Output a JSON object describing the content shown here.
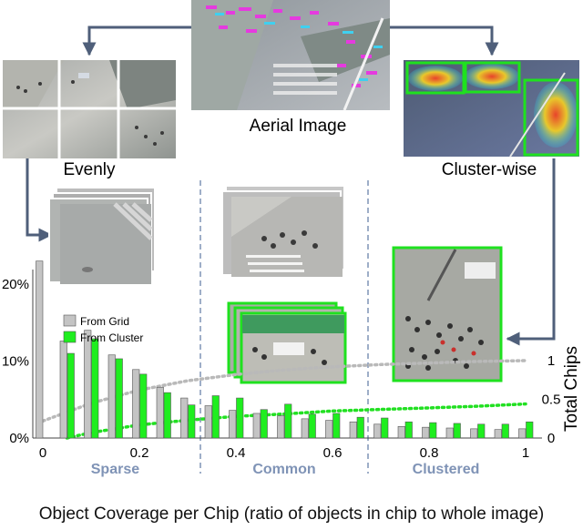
{
  "labels": {
    "aerial_image": "Aerial Image",
    "evenly": "Evenly",
    "cluster_wise": "Cluster-wise",
    "x_axis_title": "Object Coverage per Chip (ratio of objects in chip to whole image)",
    "right_axis_title": "Total Chips"
  },
  "chart_data": {
    "type": "bar",
    "x": [
      0.0,
      0.05,
      0.1,
      0.15,
      0.2,
      0.25,
      0.3,
      0.35,
      0.4,
      0.45,
      0.5,
      0.55,
      0.6,
      0.65,
      0.7,
      0.75,
      0.8,
      0.85,
      0.9,
      0.95,
      1.0
    ],
    "series": [
      {
        "name": "From Grid",
        "color": "#c4c4c4",
        "values": [
          23.0,
          12.6,
          14.0,
          10.8,
          8.9,
          6.6,
          5.2,
          4.2,
          3.6,
          3.2,
          2.9,
          2.5,
          2.3,
          2.1,
          1.8,
          1.5,
          1.4,
          1.3,
          1.2,
          1.1,
          1.2
        ]
      },
      {
        "name": "From Cluster",
        "color": "#1fee1f",
        "values": [
          null,
          11.0,
          12.9,
          10.3,
          8.3,
          5.9,
          4.3,
          5.5,
          5.2,
          3.7,
          4.4,
          3.1,
          3.2,
          2.7,
          2.6,
          2.1,
          2.0,
          1.9,
          1.8,
          1.8,
          2.1
        ]
      }
    ],
    "curves": [
      {
        "name": "Grid total",
        "color": "#b9b9b9",
        "style": "dotted",
        "points": [
          [
            0.0,
            0.22
          ],
          [
            0.1,
            0.45
          ],
          [
            0.2,
            0.62
          ],
          [
            0.3,
            0.74
          ],
          [
            0.4,
            0.82
          ],
          [
            0.5,
            0.88
          ],
          [
            0.6,
            0.92
          ],
          [
            0.7,
            0.95
          ],
          [
            0.8,
            0.97
          ],
          [
            0.9,
            0.99
          ],
          [
            1.0,
            1.0
          ]
        ]
      },
      {
        "name": "Cluster total",
        "color": "#22e022",
        "style": "dotted",
        "points": [
          [
            0.05,
            0.0
          ],
          [
            0.1,
            0.07
          ],
          [
            0.2,
            0.17
          ],
          [
            0.3,
            0.23
          ],
          [
            0.4,
            0.28
          ],
          [
            0.5,
            0.31
          ],
          [
            0.6,
            0.35
          ],
          [
            0.7,
            0.37
          ],
          [
            0.8,
            0.39
          ],
          [
            0.9,
            0.41
          ],
          [
            1.0,
            0.44
          ]
        ]
      }
    ],
    "xlim": [
      0,
      1
    ],
    "ylim": [
      0,
      24
    ],
    "y2lim": [
      0,
      1.2
    ],
    "x_ticks": [
      0,
      0.2,
      0.4,
      0.6,
      0.8,
      1
    ],
    "x_tick_labels": [
      "0",
      "0.2",
      "0.4",
      "0.6",
      "0.8",
      "1"
    ],
    "y_ticks": [
      0,
      10,
      20
    ],
    "y_tick_labels": [
      "0%",
      "10%",
      "20%"
    ],
    "y2_ticks": [
      0,
      0.5,
      1
    ],
    "y2_tick_labels": [
      "0",
      "0.5",
      "1"
    ],
    "regions": [
      {
        "label": "Sparse",
        "from": 0,
        "to": 0.33
      },
      {
        "label": "Common",
        "from": 0.33,
        "to": 0.67
      },
      {
        "label": "Clustered",
        "from": 0.67,
        "to": 1.0
      }
    ],
    "region_label_color": "#7f93b6",
    "legend": "top-left"
  },
  "colors": {
    "arrow": "#4f5f7a",
    "chip_green": "#1fe11f",
    "divider": "#7f93b6"
  }
}
